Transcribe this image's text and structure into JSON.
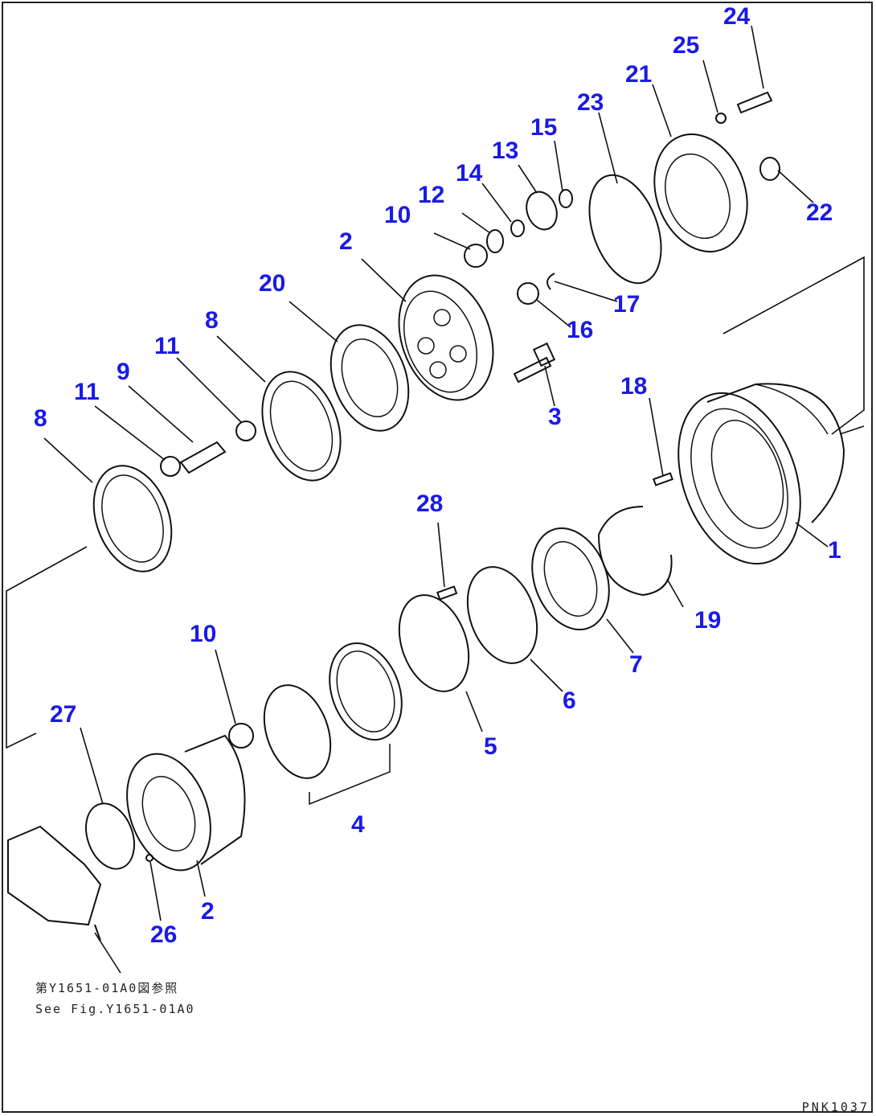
{
  "callouts": {
    "c1": "1",
    "c2a": "2",
    "c2b": "2",
    "c3": "3",
    "c4": "4",
    "c5": "5",
    "c6": "6",
    "c7": "7",
    "c8a": "8",
    "c8b": "8",
    "c9": "9",
    "c10a": "10",
    "c10b": "10",
    "c11a": "11",
    "c11b": "11",
    "c12": "12",
    "c13": "13",
    "c14": "14",
    "c15": "15",
    "c16": "16",
    "c17": "17",
    "c18": "18",
    "c19": "19",
    "c20": "20",
    "c21": "21",
    "c22": "22",
    "c23": "23",
    "c24": "24",
    "c25": "25",
    "c26": "26",
    "c27": "27",
    "c28": "28"
  },
  "reference_note": {
    "japanese": "第Y1651-01A0図参照",
    "english": "See Fig.Y1651-01A0"
  },
  "drawing_number": "PNK1037",
  "colors": {
    "callout": "#1a1ae6",
    "line": "#111111"
  }
}
